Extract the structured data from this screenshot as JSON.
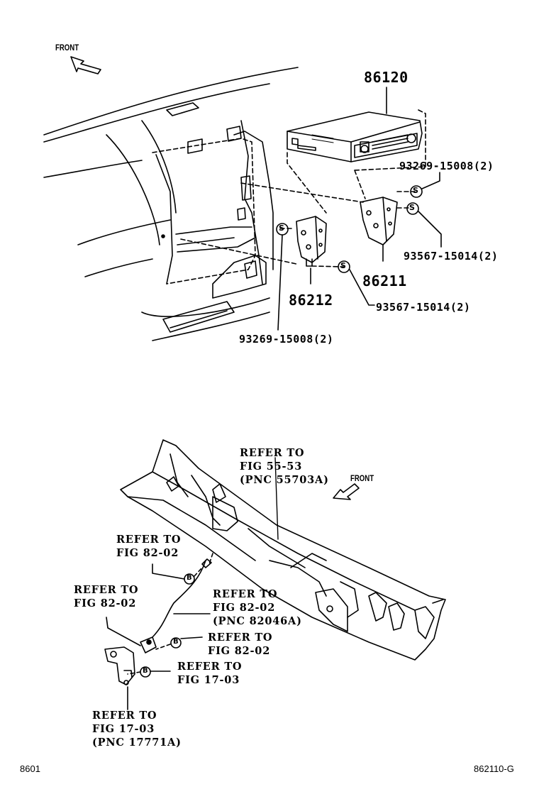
{
  "top_diagram": {
    "front_label": "FRONT",
    "parts": {
      "radio": "86120",
      "bracket_right": "86211",
      "bracket_left": "86212",
      "screw_right": "93269-15008(2)",
      "bolt_right": "93567-15014(2)",
      "bolt_left": "93567-15014(2)",
      "screw_left": "93269-15008(2)"
    },
    "symbols": {
      "screw_marker": "S"
    }
  },
  "bottom_diagram": {
    "front_label": "FRONT",
    "references": {
      "cowl": "REFER TO\nFIG 55-53\n(PNC 55703A)",
      "upper_clip": "REFER TO\nFIG 82-02",
      "wire_harness": "REFER TO\nFIG 82-02\n(PNC 82046A)",
      "left_bracket_ref": "REFER TO\nFIG 82-02",
      "middle_clip": "REFER TO\nFIG 82-02",
      "lower_clip": "REFER TO\nFIG 17-03",
      "bottom_bracket": "REFER TO\nFIG 17-03\n(PNC 17771A)"
    },
    "symbols": {
      "clip_marker": "B"
    }
  },
  "footer": {
    "left_code": "8601",
    "right_code": "862110-G"
  }
}
